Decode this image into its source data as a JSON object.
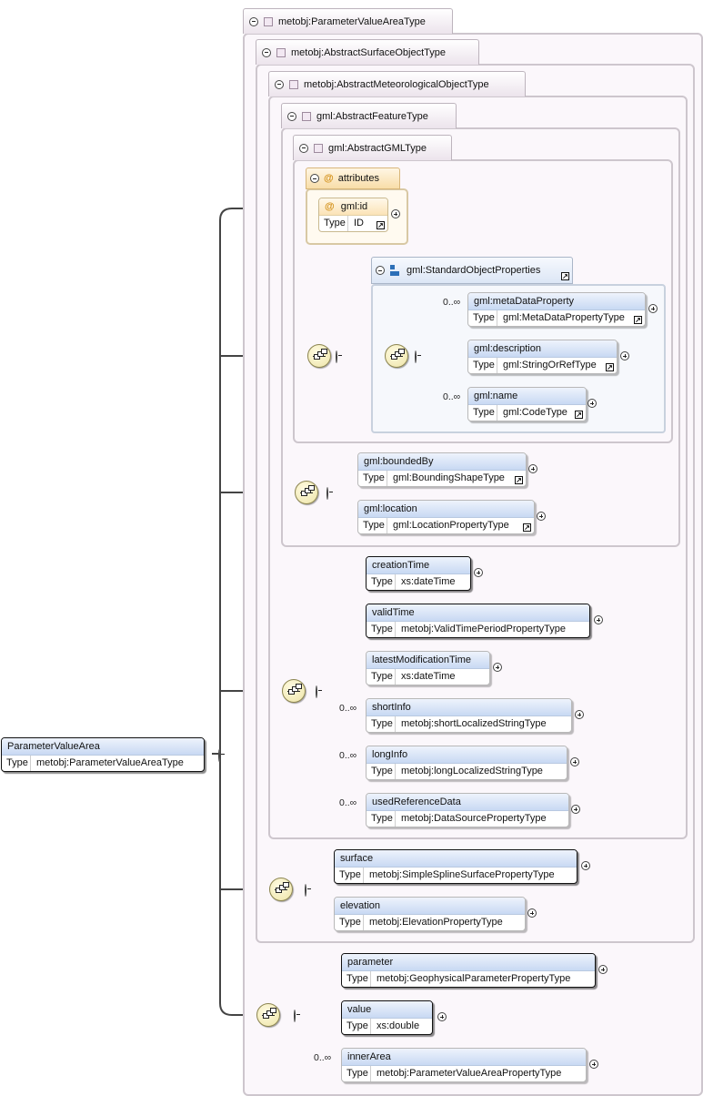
{
  "types": {
    "t1": "metobj:ParameterValueAreaType",
    "t2": "metobj:AbstractSurfaceObjectType",
    "t3": "metobj:AbstractMeteorologicalObjectType",
    "t4": "gml:AbstractFeatureType",
    "t5": "gml:AbstractGMLType"
  },
  "attributes": {
    "label": "attributes",
    "id": {
      "name": "gml:id",
      "type_label": "Type",
      "type": "ID"
    }
  },
  "group": {
    "name": "gml:StandardObjectProperties"
  },
  "elements": {
    "metaDataProperty": {
      "name": "gml:metaDataProperty",
      "type_label": "Type",
      "type": "gml:MetaDataPropertyType",
      "occ": "0..∞"
    },
    "description": {
      "name": "gml:description",
      "type_label": "Type",
      "type": "gml:StringOrRefType"
    },
    "name": {
      "name": "gml:name",
      "type_label": "Type",
      "type": "gml:CodeType",
      "occ": "0..∞"
    },
    "boundedBy": {
      "name": "gml:boundedBy",
      "type_label": "Type",
      "type": "gml:BoundingShapeType"
    },
    "location": {
      "name": "gml:location",
      "type_label": "Type",
      "type": "gml:LocationPropertyType"
    },
    "creationTime": {
      "name": "creationTime",
      "type_label": "Type",
      "type": "xs:dateTime"
    },
    "validTime": {
      "name": "validTime",
      "type_label": "Type",
      "type": "metobj:ValidTimePeriodPropertyType"
    },
    "latestModificationTime": {
      "name": "latestModificationTime",
      "type_label": "Type",
      "type": "xs:dateTime"
    },
    "shortInfo": {
      "name": "shortInfo",
      "type_label": "Type",
      "type": "metobj:shortLocalizedStringType",
      "occ": "0..∞"
    },
    "longInfo": {
      "name": "longInfo",
      "type_label": "Type",
      "type": "metobj:longLocalizedStringType",
      "occ": "0..∞"
    },
    "usedReferenceData": {
      "name": "usedReferenceData",
      "type_label": "Type",
      "type": "metobj:DataSourcePropertyType",
      "occ": "0..∞"
    },
    "surface": {
      "name": "surface",
      "type_label": "Type",
      "type": "metobj:SimpleSplineSurfacePropertyType"
    },
    "elevation": {
      "name": "elevation",
      "type_label": "Type",
      "type": "metobj:ElevationPropertyType"
    },
    "parameter": {
      "name": "parameter",
      "type_label": "Type",
      "type": "metobj:GeophysicalParameterPropertyType"
    },
    "value": {
      "name": "value",
      "type_label": "Type",
      "type": "xs:double"
    },
    "innerArea": {
      "name": "innerArea",
      "type_label": "Type",
      "type": "metobj:ParameterValueAreaPropertyType",
      "occ": "0..∞"
    }
  },
  "root": {
    "name": "ParameterValueArea",
    "type_label": "Type",
    "type": "metobj:ParameterValueAreaType"
  }
}
